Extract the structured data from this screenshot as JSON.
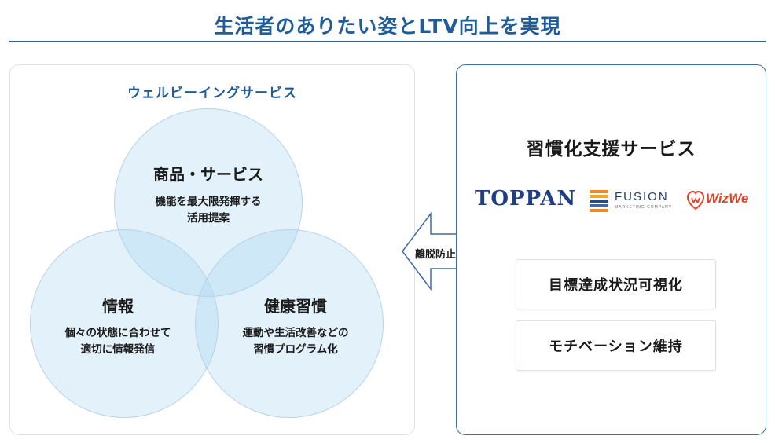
{
  "header": {
    "title": "生活者のありたい姿とLTV向上を実現"
  },
  "wellbeing": {
    "title": "ウェルビーイングサービス",
    "circles": [
      {
        "title": "商品・サービス",
        "desc_line1": "機能を最大限発揮する",
        "desc_line2": "活用提案"
      },
      {
        "title": "情報",
        "desc_line1": "個々の状態に合わせて",
        "desc_line2": "適切に情報発信"
      },
      {
        "title": "健康習慣",
        "desc_line1": "運動や生活改善などの",
        "desc_line2": "習慣プログラム化"
      }
    ]
  },
  "arrow": {
    "label": "離脱防止"
  },
  "habit": {
    "title": "習慣化支援サービス",
    "logos": {
      "toppan": "TOPPAN",
      "fusion": "FUSION",
      "fusion_sub": "MARKETING COMPANY",
      "wizwe": "WizWe"
    },
    "features": [
      "目標達成状況可視化",
      "モチベーション維持"
    ]
  },
  "colors": {
    "accent": "#1f5c99",
    "circle_fill": "#d6ebf6",
    "toppan_blue": "#1f3f82",
    "wizwe_red": "#e0452c",
    "fusion_orange": "#f08a24",
    "fusion_navy": "#2a4a7a"
  }
}
